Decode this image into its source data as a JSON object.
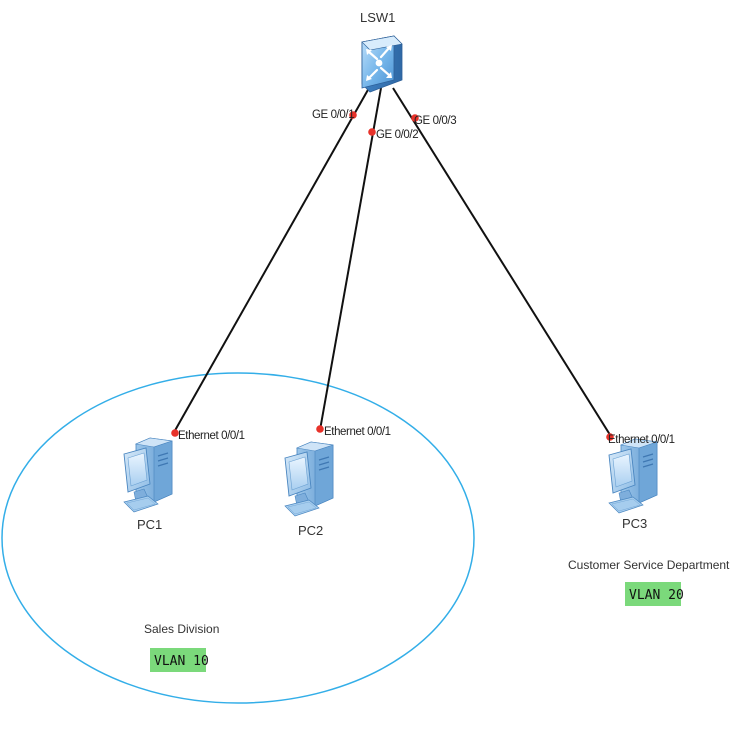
{
  "switch": {
    "name": "LSW1",
    "icon": "l3-switch-icon"
  },
  "pcs": [
    {
      "name": "PC1",
      "port": "Ethernet 0/0/1",
      "icon": "pc-icon"
    },
    {
      "name": "PC2",
      "port": "Ethernet 0/0/1",
      "icon": "pc-icon"
    },
    {
      "name": "PC3",
      "port": "Ethernet 0/0/1",
      "icon": "pc-icon"
    }
  ],
  "links": [
    {
      "switch_port": "GE 0/0/1",
      "pc": "PC1",
      "pc_port": "Ethernet 0/0/1"
    },
    {
      "switch_port": "GE 0/0/2",
      "pc": "PC2",
      "pc_port": "Ethernet 0/0/1"
    },
    {
      "switch_port": "GE 0/0/3",
      "pc": "PC3",
      "pc_port": "Ethernet 0/0/1"
    }
  ],
  "groups": [
    {
      "department": "Sales Division",
      "vlan": "VLAN 10"
    },
    {
      "department": "Customer Service Department",
      "vlan": "VLAN 20"
    }
  ],
  "colors": {
    "link": "#111111",
    "port_dot": "#e8322a",
    "group_outline": "#33aee8",
    "vlan_badge": "#7bd97b"
  }
}
